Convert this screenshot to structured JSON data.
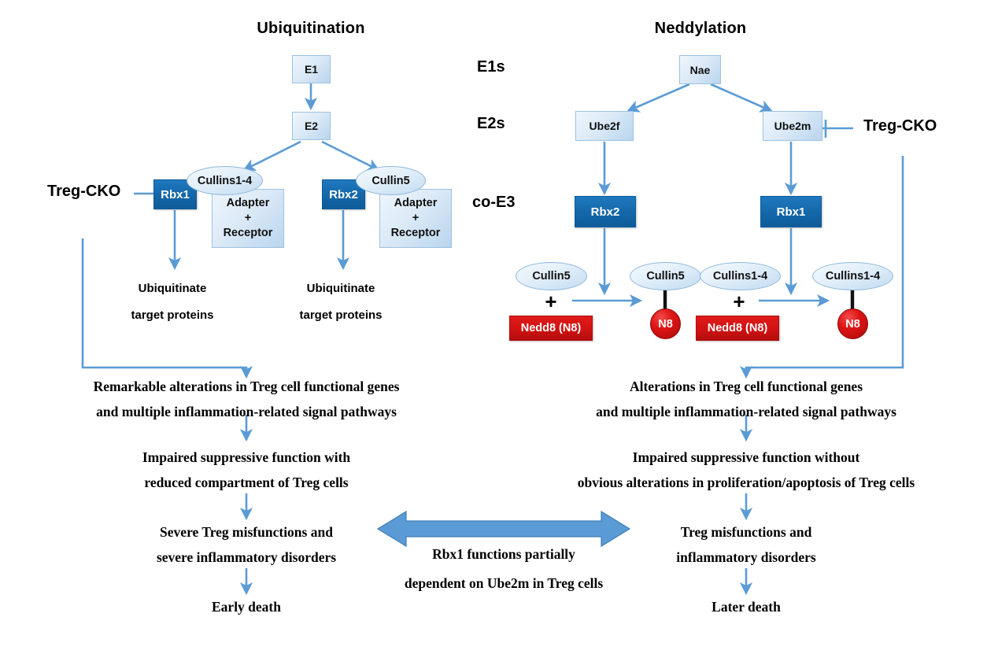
{
  "diagram": {
    "titles": {
      "left": "Ubiquitination",
      "right": "Neddylation"
    },
    "column_labels": [
      {
        "id": "e1s",
        "text": "E1s"
      },
      {
        "id": "e2s",
        "text": "E2s"
      },
      {
        "id": "co-e3",
        "text": "co-E3"
      }
    ],
    "knockouts": [
      {
        "id": "treg-cko-left",
        "text": "Treg-CKO"
      },
      {
        "id": "treg-cko-right",
        "text": "Treg-CKO"
      }
    ],
    "left_pathway": {
      "e1": "E1",
      "e2": "E2",
      "rbx1": "Rbx1",
      "rbx2": "Rbx2",
      "cullins_1_4": "Cullins1-4",
      "cullin5": "Cullin5",
      "adapter_line1": "Adapter",
      "adapter_plus": "+",
      "adapter_line2": "Receptor",
      "outcome_left_line1": "Ubiquitinate",
      "outcome_left_line2": "target proteins",
      "outcome_right_line1": "Ubiquitinate",
      "outcome_right_line2": "target proteins"
    },
    "right_pathway": {
      "nae": "Nae",
      "ube2f": "Ube2f",
      "ube2m": "Ube2m",
      "rbx2": "Rbx2",
      "rbx1": "Rbx1",
      "cullin5_substrate": "Cullin5",
      "cullin5_product": "Cullin5",
      "cullins14_substrate": "Cullins1-4",
      "cullins14_product": "Cullins1-4",
      "nedd8_a": "Nedd8 (N8)",
      "nedd8_b": "Nedd8 (N8)",
      "n8_a": "N8",
      "n8_b": "N8",
      "plus_a": "+",
      "plus_b": "+"
    },
    "outcomes_left": [
      "Remarkable alterations in Treg cell functional genes",
      "and multiple inflammation-related signal pathways",
      "Impaired suppressive function with",
      "reduced compartment of Treg cells",
      "Severe Treg misfunctions and",
      "severe inflammatory disorders",
      "Early death"
    ],
    "outcomes_right": [
      "Alterations in Treg cell functional genes",
      "and multiple inflammation-related signal pathways",
      "Impaired suppressive function without",
      "obvious alterations in proliferation/apoptosis of Treg cells",
      "Treg misfunctions and",
      "inflammatory disorders",
      "Later death"
    ],
    "center_note": {
      "line1": "Rbx1 functions partially",
      "line2": "dependent on Ube2m in Treg cells"
    },
    "colors": {
      "arrow_blue": "#5b9bd5",
      "box_blue": "#1367a8",
      "box_red": "#d11212",
      "pale_blue": "#dceaf7",
      "text_black": "#000000"
    }
  }
}
